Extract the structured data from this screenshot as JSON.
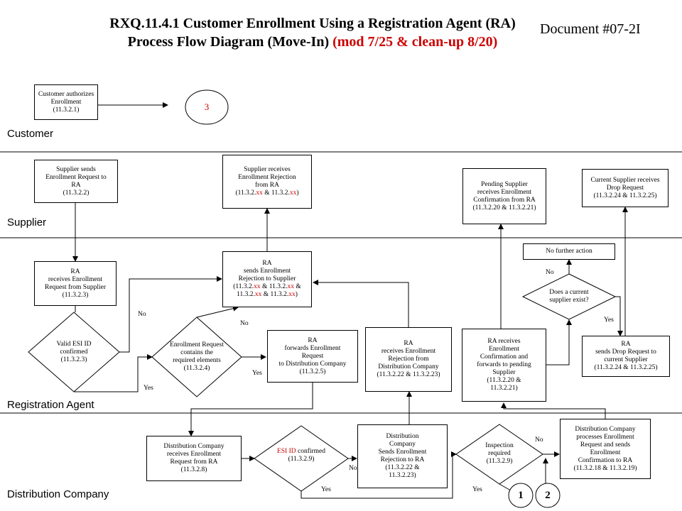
{
  "title": {
    "main": "RXQ.11.4.1 Customer Enrollment Using a Registration Agent (RA) Process Flow Diagram (Move-In)",
    "mod": "(mod 7/25 & clean-up 8/20)"
  },
  "document_number": "Document #07-2I",
  "lanes": {
    "customer": "Customer",
    "supplier": "Supplier",
    "registration_agent": "Registration Agent",
    "distribution_company": "Distribution Company"
  },
  "boxes": {
    "customer_authorizes": {
      "lines": [
        "Customer authorizes",
        "Enrollment",
        "(11.3.2.1)"
      ]
    },
    "supplier_sends": {
      "lines": [
        "Supplier sends",
        "Enrollment Request to",
        "RA",
        "(11.3.2.2)"
      ]
    },
    "supplier_receives_rejection": {
      "lines": [
        "Supplier receives",
        "Enrollment Rejection",
        "from RA"
      ],
      "ref_parts": [
        "(11.3.2.",
        "xx",
        " & 11.3.2.",
        "xx",
        ")"
      ]
    },
    "pending_supplier": {
      "lines": [
        "Pending Supplier",
        "receives Enrollment",
        "Confirmation from RA",
        "(11.3.2.20 & 11.3.2.21)"
      ]
    },
    "current_supplier": {
      "lines": [
        "Current Supplier receives",
        "Drop Request",
        "(11.3.2.24 & 11.3.2.25)"
      ]
    },
    "ra_receives_request": {
      "lines": [
        "RA",
        "receives Enrollment",
        "Request from Supplier",
        "(11.3.2.3)"
      ]
    },
    "ra_sends_rejection": {
      "lines": [
        "RA",
        "sends Enrollment",
        "Rejection to Supplier"
      ],
      "ref1_parts": [
        "(11.3.2.",
        "xx",
        " & 11.3.2.",
        "xx",
        " &"
      ],
      "ref2_parts": [
        "11.3.2.",
        "xx",
        " & 11.3.2.",
        "xx",
        ")"
      ]
    },
    "no_further_action": {
      "lines": [
        "No further action"
      ]
    },
    "ra_forwards": {
      "lines": [
        "RA",
        "forwards Enrollment",
        "Request",
        "to Distribution Company",
        "(11.3.2.5)"
      ]
    },
    "ra_receives_rejection_dc": {
      "lines": [
        "RA",
        "receives Enrollment",
        "Rejection from",
        "Distribution Company",
        "(11.3.2.22 & 11.3.2.23)"
      ]
    },
    "ra_receives_confirmation": {
      "lines": [
        "RA receives",
        "Enrollment",
        "Confirmation and",
        "forwards to pending",
        "Supplier",
        "(11.3.2.20 &",
        "11.3.2.21)"
      ]
    },
    "ra_sends_drop": {
      "lines": [
        "RA",
        "sends Drop Request to",
        "current Supplier",
        "(11.3.2.24 & 11.3.2.25)"
      ]
    },
    "dc_receives_request": {
      "lines": [
        "Distribution Company",
        "receives Enrollment",
        "Request from RA",
        "(11.3.2.8)"
      ]
    },
    "dc_sends_rejection": {
      "lines": [
        "Distribution",
        "Company",
        "Sends Enrollment",
        "Rejection to RA",
        "(11.3.2.22 &",
        "11.3.2.23)"
      ]
    },
    "dc_processes": {
      "lines": [
        "Distribution Company",
        "processes Enrollment",
        "Request and sends",
        "Enrollment",
        "Confirmation to RA",
        "(11.3.2.18 & 11.3.2.19)"
      ]
    }
  },
  "decisions": {
    "valid_esi": {
      "lines": [
        "Valid ESI ID",
        "confirmed",
        "(11.3.2.3)"
      ]
    },
    "enrollment_contains": {
      "lines": [
        "Enrollment Request",
        "contains the",
        "required elements",
        "(11.3.2.4)"
      ]
    },
    "current_supplier_exist": {
      "lines": [
        "Does a current",
        "supplier exist?"
      ]
    },
    "esi_confirmed": {
      "red": "ESI ID",
      "rest": " confirmed",
      "ref": "(11.3.2.9)"
    },
    "inspection_required": {
      "lines": [
        "Inspection",
        "required",
        "(11.3.2.9)"
      ]
    }
  },
  "connectors": {
    "c3": "3",
    "c1": "1",
    "c2": "2"
  },
  "edge_labels": {
    "no_valid": "No",
    "yes_valid": "Yes",
    "no_elements": "No",
    "yes_elements": "Yes",
    "no_exist": "No",
    "yes_exist": "Yes",
    "no_esi": "No",
    "yes_esi": "Yes",
    "no_inspection": "No",
    "yes_inspection": "Yes"
  },
  "colors": {
    "accent_red": "#cc0000",
    "line": "#000000"
  }
}
